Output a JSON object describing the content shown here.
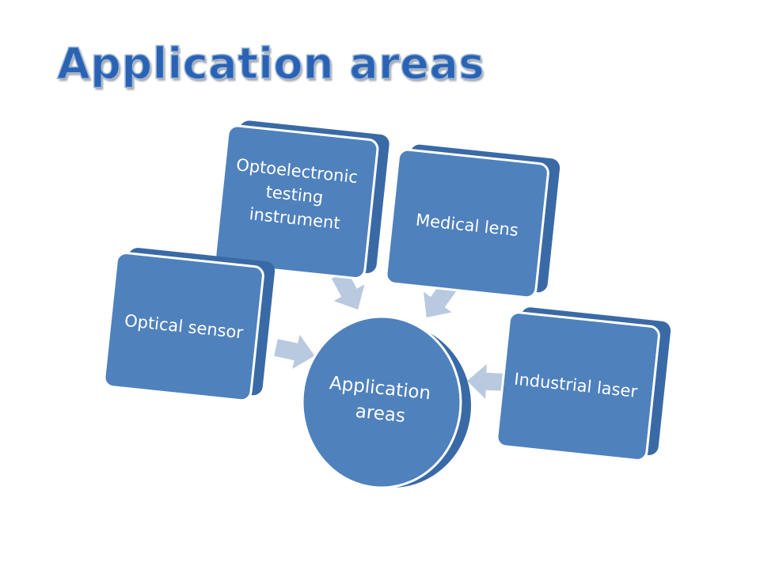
{
  "slide": {
    "title": "Application areas"
  },
  "diagram": {
    "center": {
      "label_lines": [
        "Application",
        "areas"
      ]
    },
    "nodes": [
      {
        "id": "optical-sensor",
        "label_lines": [
          "Optical sensor"
        ]
      },
      {
        "id": "optoelectronic-testing-instrument",
        "label_lines": [
          "Optoelectronic",
          "testing",
          "instrument"
        ]
      },
      {
        "id": "medical-lens",
        "label_lines": [
          "Medical lens"
        ]
      },
      {
        "id": "industrial-laser",
        "label_lines": [
          "Industrial laser"
        ]
      }
    ]
  },
  "colors": {
    "title": "#2a63b4",
    "node_fill": "#4f81bd",
    "node_side": "#3a6aa6",
    "node_edge": "#ffffff",
    "arrow": "#b8c9e0"
  }
}
